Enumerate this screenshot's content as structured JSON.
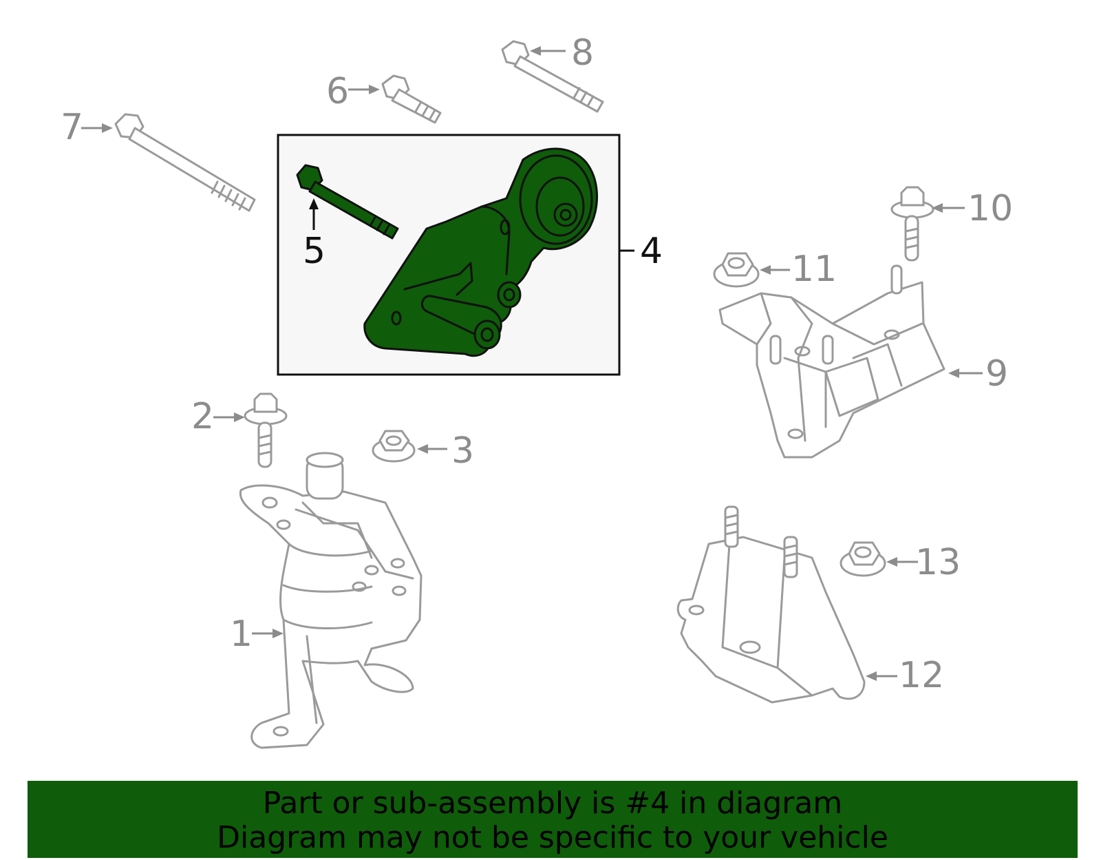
{
  "diagram": {
    "callouts": {
      "c1": "1",
      "c2": "2",
      "c3": "3",
      "c4": "4",
      "c5": "5",
      "c6": "6",
      "c7": "7",
      "c8": "8",
      "c9": "9",
      "c10": "10",
      "c11": "11",
      "c12": "12",
      "c13": "13"
    },
    "highlighted_part": "4",
    "colors": {
      "highlight_fill": "#0f5c0a",
      "outline": "#9a9a9a",
      "box_fill": "#f7f7f7",
      "banner_bg": "#0f5c0a"
    }
  },
  "banner": {
    "line1": "Part or sub-assembly is #4 in diagram",
    "line2": "Diagram may not be specific to your vehicle"
  }
}
